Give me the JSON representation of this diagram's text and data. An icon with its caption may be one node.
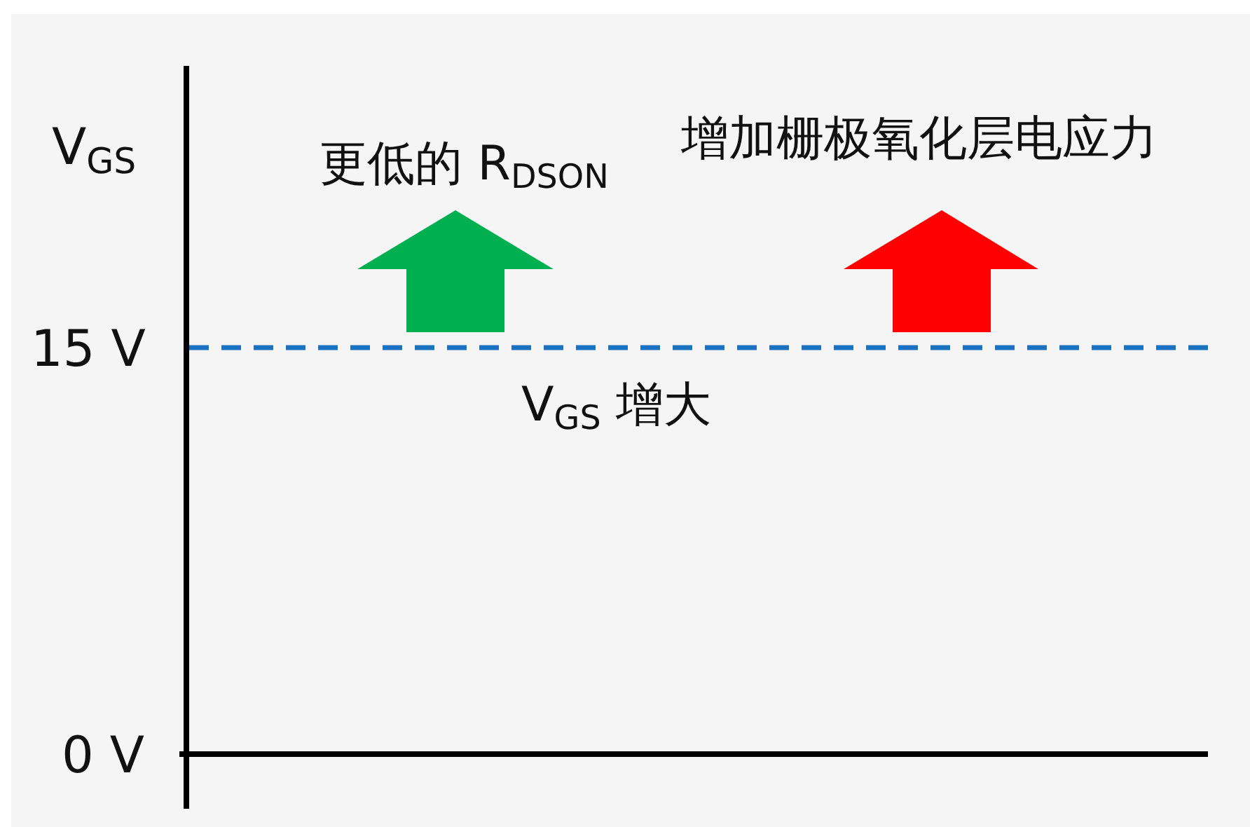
{
  "diagram": {
    "labels": [
      "V$_{GS}$",
      "更低的 R$_{DSON}$",
      "增加栅极氧化层电应力",
      "15 V",
      "V$_{GS}$ 增大",
      "0 V"
    ]
  }
}
